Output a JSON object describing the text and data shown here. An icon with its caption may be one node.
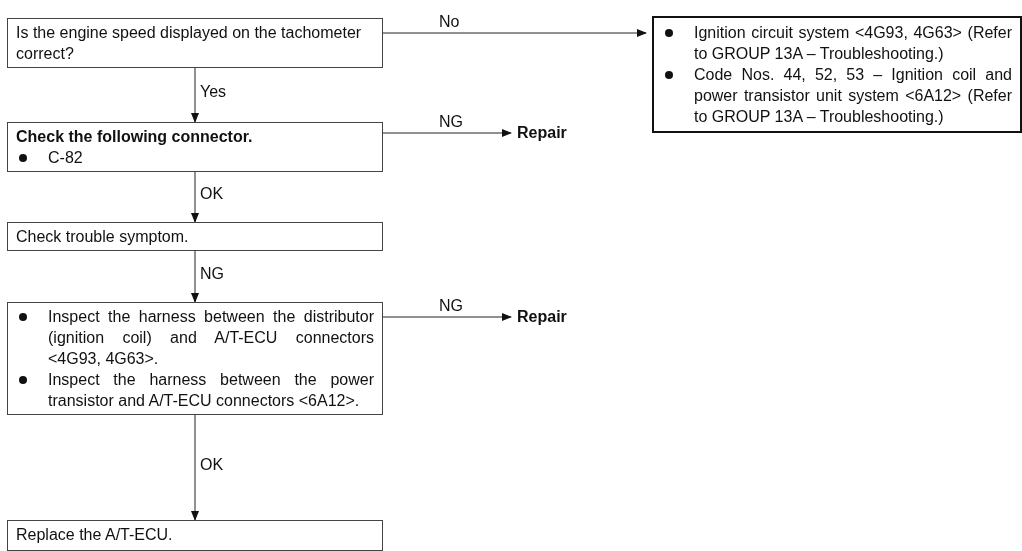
{
  "diagram": {
    "nodes": [
      {
        "text": [
          "Is the engine speed displayed on the tachometer correct?"
        ]
      },
      {
        "text": [
          "Ignition circuit system <4G93, 4G63> (Refer to GROUP 13A – Troubleshooting.)",
          "Code Nos. 44, 52, 53 – Ignition coil and power transistor unit system <6A12> (Refer to GROUP 13A – Troubleshooting.)"
        ]
      },
      {
        "text": [
          "Check the following connector.",
          "C-82"
        ]
      },
      {
        "text": [
          "Repair"
        ]
      },
      {
        "text": [
          "Check trouble symptom."
        ]
      },
      {
        "text": [
          "Inspect the harness between the distributor (ignition coil) and A/T-ECU connectors <4G93, 4G63>.",
          "Inspect the harness between the power transistor and A/T-ECU connectors <6A12>."
        ]
      },
      {
        "text": [
          "Repair"
        ]
      },
      {
        "text": [
          "Replace the A/T-ECU."
        ]
      }
    ],
    "edges": [
      {
        "from": 0,
        "to": 1,
        "arrow": "to",
        "label": "No"
      },
      {
        "from": 0,
        "to": 2,
        "arrow": "to",
        "label": "Yes"
      },
      {
        "from": 2,
        "to": 3,
        "arrow": "to",
        "label": "NG"
      },
      {
        "from": 2,
        "to": 4,
        "arrow": "to",
        "label": "OK"
      },
      {
        "from": 4,
        "to": 5,
        "arrow": "to",
        "label": "NG"
      },
      {
        "from": 5,
        "to": 6,
        "arrow": "to",
        "label": "NG"
      },
      {
        "from": 5,
        "to": 7,
        "arrow": "to",
        "label": "OK"
      }
    ]
  }
}
